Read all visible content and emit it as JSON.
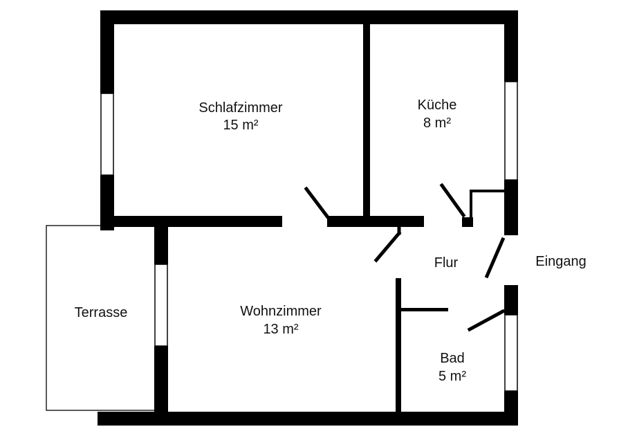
{
  "rooms": {
    "schlafzimmer": {
      "name": "Schlafzimmer",
      "area": "15 m²"
    },
    "kueche": {
      "name": "Küche",
      "area": "8 m²"
    },
    "wohnzimmer": {
      "name": "Wohnzimmer",
      "area": "13 m²"
    },
    "bad": {
      "name": "Bad",
      "area": "5 m²"
    },
    "flur": {
      "name": "Flur"
    },
    "terrasse": {
      "name": "Terrasse"
    }
  },
  "entrance": {
    "label": "Eingang"
  },
  "colors": {
    "wall": "#000000",
    "background": "#ffffff",
    "outline": "#222222"
  }
}
